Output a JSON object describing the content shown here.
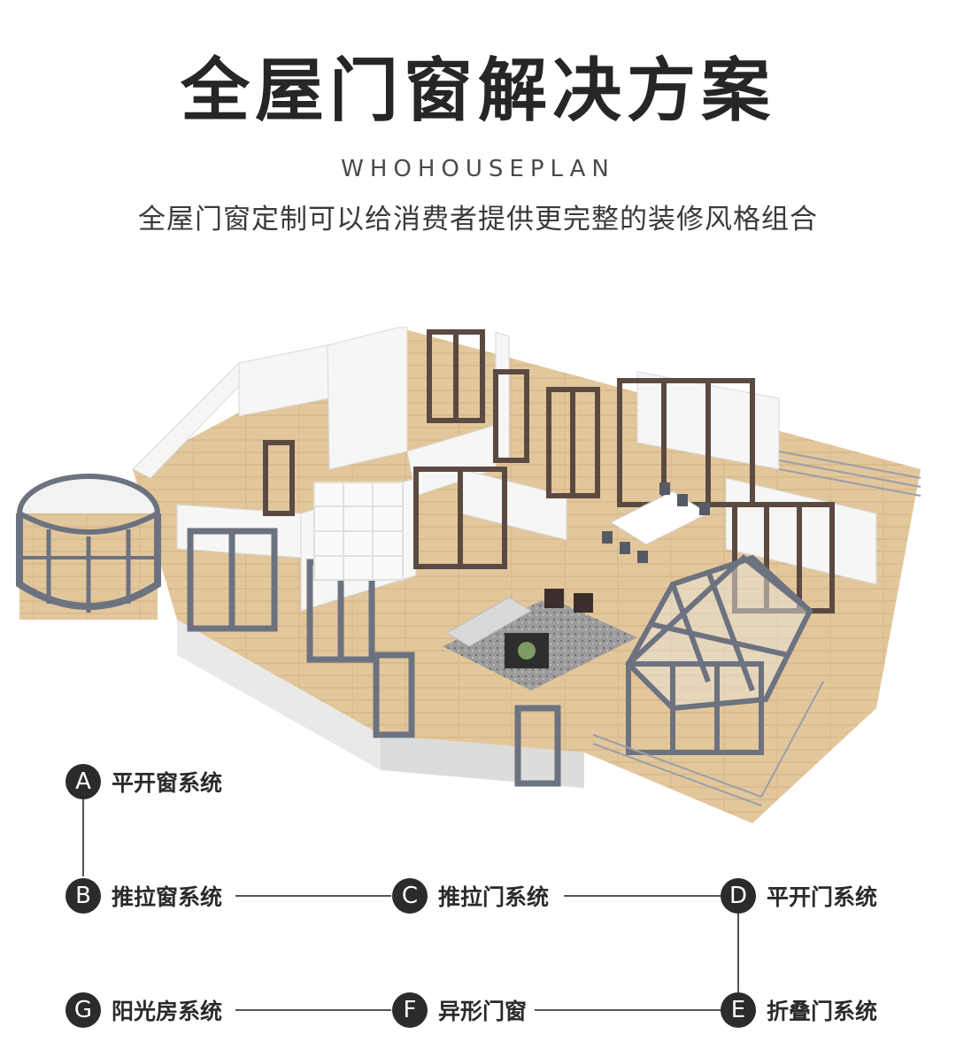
{
  "header": {
    "title": "全屋门窗解决方案",
    "subtitle_en": "WHOHOUSEPLAN",
    "subtitle_cn": "全屋门窗定制可以给消费者提供更完整的装修风格组合"
  },
  "systems": [
    {
      "letter": "A",
      "label": "平开窗系统"
    },
    {
      "letter": "B",
      "label": "推拉窗系统"
    },
    {
      "letter": "C",
      "label": "推拉门系统"
    },
    {
      "letter": "D",
      "label": "平开门系统"
    },
    {
      "letter": "E",
      "label": "折叠门系统"
    },
    {
      "letter": "F",
      "label": "异形门窗"
    },
    {
      "letter": "G",
      "label": "阳光房系统"
    }
  ],
  "colors": {
    "floor": "#e3c79c",
    "wall": "#f4f4f2",
    "frame_brown": "#5b4a42",
    "frame_gray": "#6c7280",
    "badge": "#2b2b2b"
  }
}
